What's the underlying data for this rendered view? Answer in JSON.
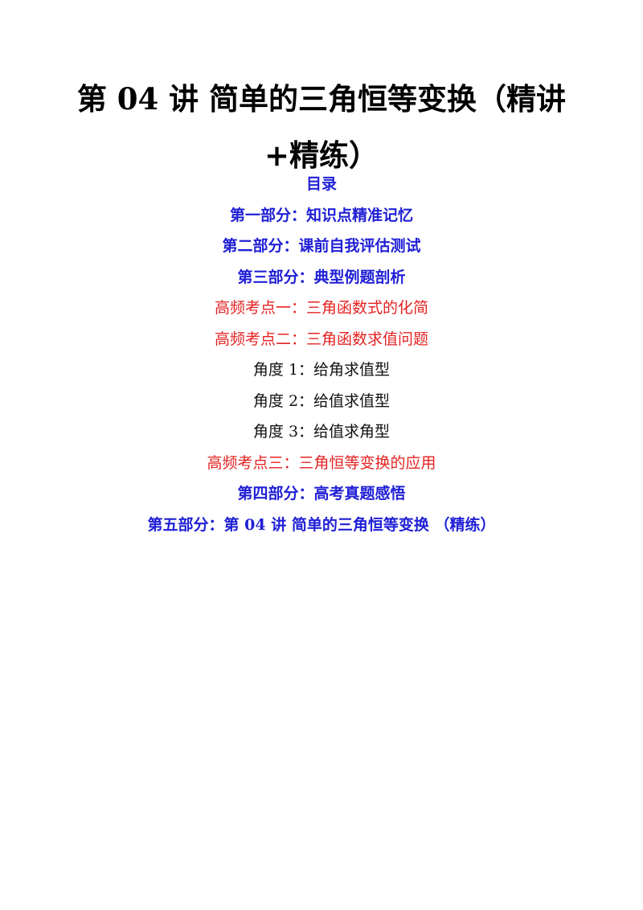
{
  "document": {
    "title": "第 04 讲  简单的三角恒等变换（精讲+精练）"
  },
  "toc": {
    "heading": "目录",
    "items": [
      {
        "text": "第一部分：知识点精准记忆",
        "color": "#1f1fd6"
      },
      {
        "text": "第二部分：课前自我评估测试",
        "color": "#1f1fd6"
      },
      {
        "text": "第三部分：典型例题剖析",
        "color": "#1f1fd6"
      },
      {
        "text": "高频考点一：三角函数式的化简",
        "color": "#e52222"
      },
      {
        "text": "高频考点二：三角函数求值问题",
        "color": "#e52222"
      },
      {
        "text": "角度 1：给角求值型",
        "color": "#111111"
      },
      {
        "text": "角度 2：给值求值型",
        "color": "#111111"
      },
      {
        "text": "角度 3：给值求角型",
        "color": "#111111"
      },
      {
        "text": "高频考点三：三角恒等变换的应用",
        "color": "#e52222"
      },
      {
        "text": "第四部分：高考真题感悟",
        "color": "#1f1fd6"
      },
      {
        "text": "第五部分：第 04 讲  简单的三角恒等变换  （精练）",
        "color": "#1f1fd6"
      }
    ]
  }
}
